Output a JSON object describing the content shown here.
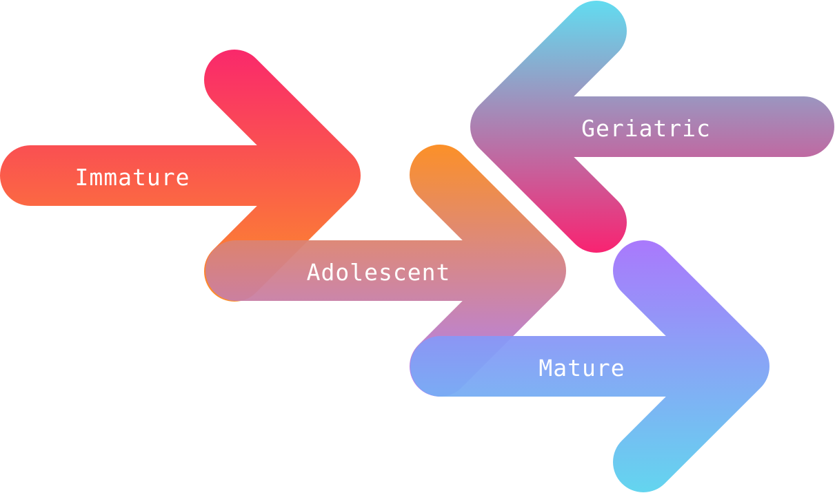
{
  "stages": [
    {
      "id": "immature",
      "label": "Immature",
      "direction": "right",
      "gradient": [
        "#f91e63",
        "#fc8a1e"
      ]
    },
    {
      "id": "adolescent",
      "label": "Adolescent",
      "direction": "right",
      "gradient": [
        "#fb8a1e",
        "#a878fb"
      ]
    },
    {
      "id": "mature",
      "label": "Mature",
      "direction": "right",
      "gradient": [
        "#a572fc",
        "#5bd3ee"
      ]
    },
    {
      "id": "geriatric",
      "label": "Geriatric",
      "direction": "left",
      "gradient": [
        "#5bd8ee",
        "#f8186a"
      ]
    }
  ]
}
